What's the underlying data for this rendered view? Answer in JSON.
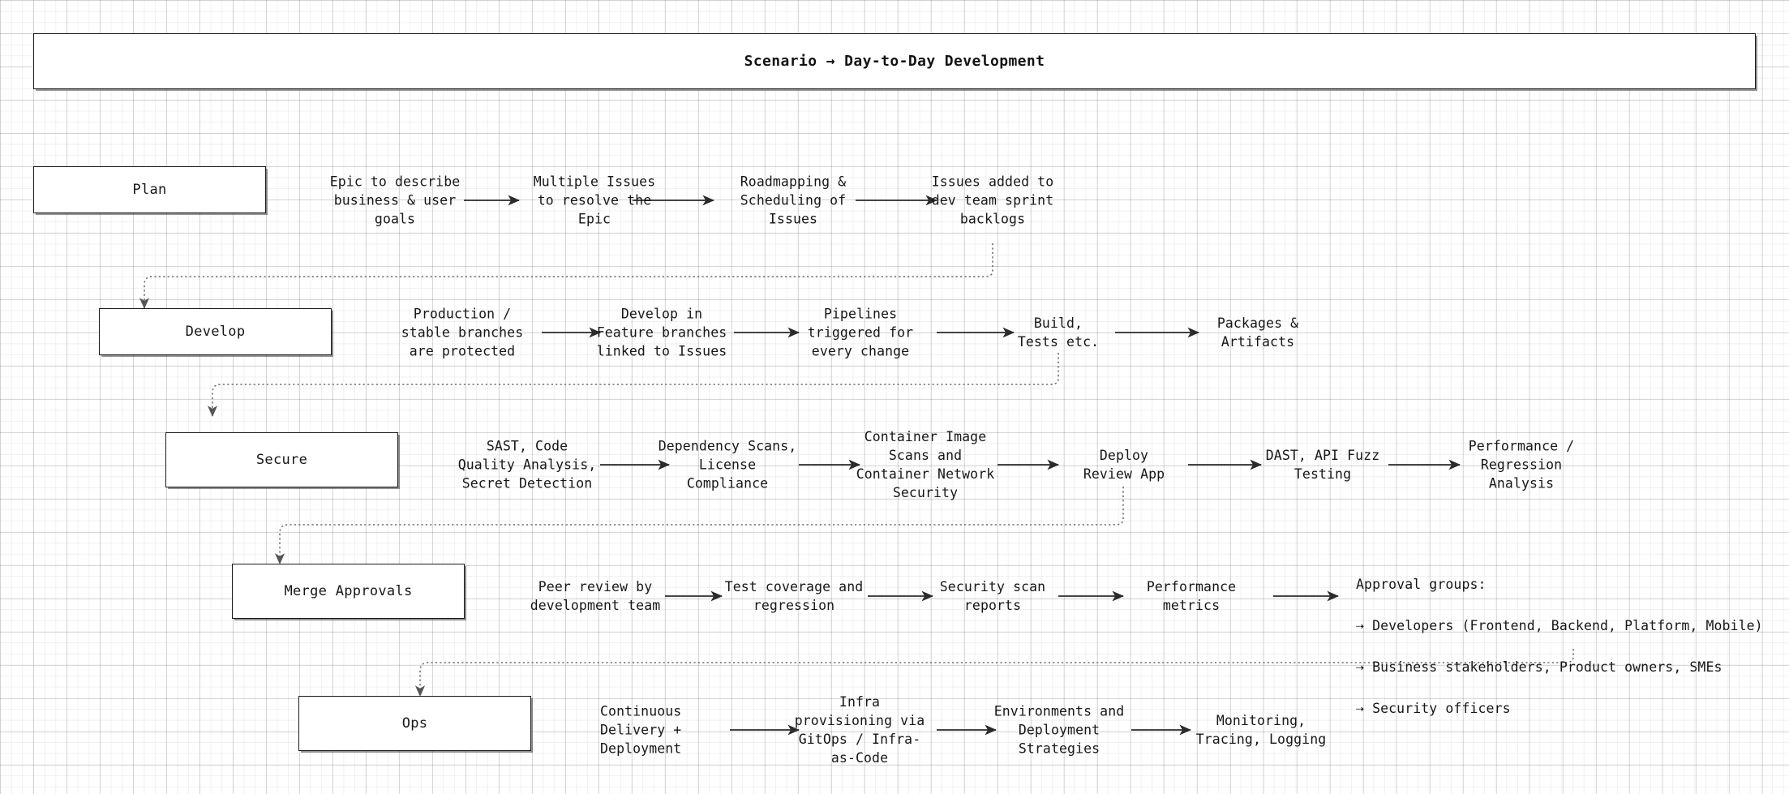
{
  "title": {
    "text": "Scenario → Day-to-Day Development"
  },
  "colors": {
    "node_border": "#1a1a1a",
    "node_fill": "#ffffff",
    "arrow": "#2b2b2b",
    "dotted_connector": "#6e6e6e",
    "grid_minor": "#f0f0f0",
    "grid_major": "#e0e0e0",
    "text": "#15171a"
  },
  "stages": [
    {
      "name": "plan",
      "label": "Plan",
      "steps": [
        "Epic to describe\nbusiness & user\ngoals",
        "Multiple Issues\nto resolve the\nEpic",
        "Roadmapping &\nScheduling of\nIssues",
        "Issues added to\ndev team sprint\nbacklogs"
      ]
    },
    {
      "name": "develop",
      "label": "Develop",
      "steps": [
        "Production /\nstable branches\nare protected",
        "Develop in\nFeature branches\nlinked to Issues",
        "Pipelines\ntriggered for\nevery change",
        "Build,\nTests etc.",
        "Packages &\nArtifacts"
      ]
    },
    {
      "name": "secure",
      "label": "Secure",
      "steps": [
        "SAST, Code\nQuality Analysis,\nSecret Detection",
        "Dependency Scans,\nLicense\nCompliance",
        "Container Image\nScans and\nContainer Network\nSecurity",
        "Deploy\nReview App",
        "DAST, API Fuzz\nTesting",
        "Performance /\nRegression\nAnalysis"
      ]
    },
    {
      "name": "merge-approvals",
      "label": "Merge Approvals",
      "steps": [
        "Peer review by\ndevelopment team",
        "Test coverage and\nregression",
        "Security scan\nreports",
        "Performance\nmetrics"
      ],
      "note": {
        "heading": "Approval groups:",
        "items": [
          "⇢ Developers (Frontend, Backend, Platform, Mobile)",
          "⇢ Business stakeholders, Product owners, SMEs",
          "⇢ Security officers"
        ]
      }
    },
    {
      "name": "ops",
      "label": "Ops",
      "steps": [
        "Continuous\nDelivery +\nDeployment",
        "Infra\nprovisioning via\nGitOps / Infra-\nas-Code",
        "Environments and\nDeployment\nStrategies",
        "Monitoring,\nTracing, Logging"
      ]
    }
  ]
}
